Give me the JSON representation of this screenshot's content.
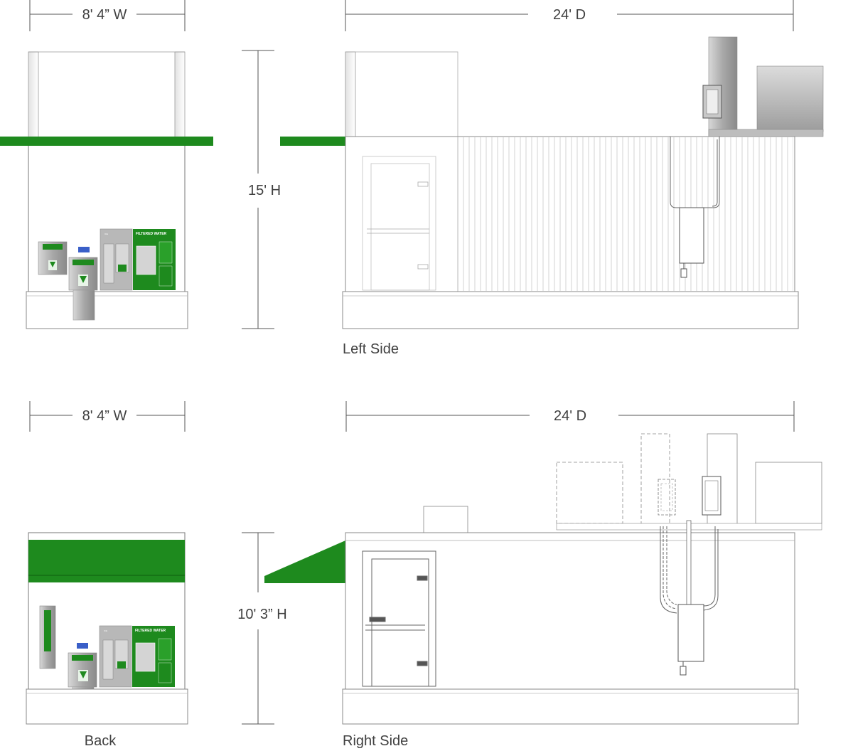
{
  "dimensions": {
    "top_width": "8' 4” W",
    "top_depth": "24' D",
    "top_height": "15' H",
    "bottom_width": "8' 4” W",
    "bottom_depth": "24' D",
    "bottom_height": "10' 3” H"
  },
  "views": {
    "left_side": "Left Side",
    "back": "Back",
    "right_side": "Right Side"
  },
  "kiosk": {
    "filtered_water": "FILTERED WATER",
    "ice_label": "ICE"
  },
  "colors": {
    "accent_green": "#1e8a1e",
    "line": "#555555",
    "light_line": "#bbbbbb",
    "steel": "#b5b5b5"
  }
}
